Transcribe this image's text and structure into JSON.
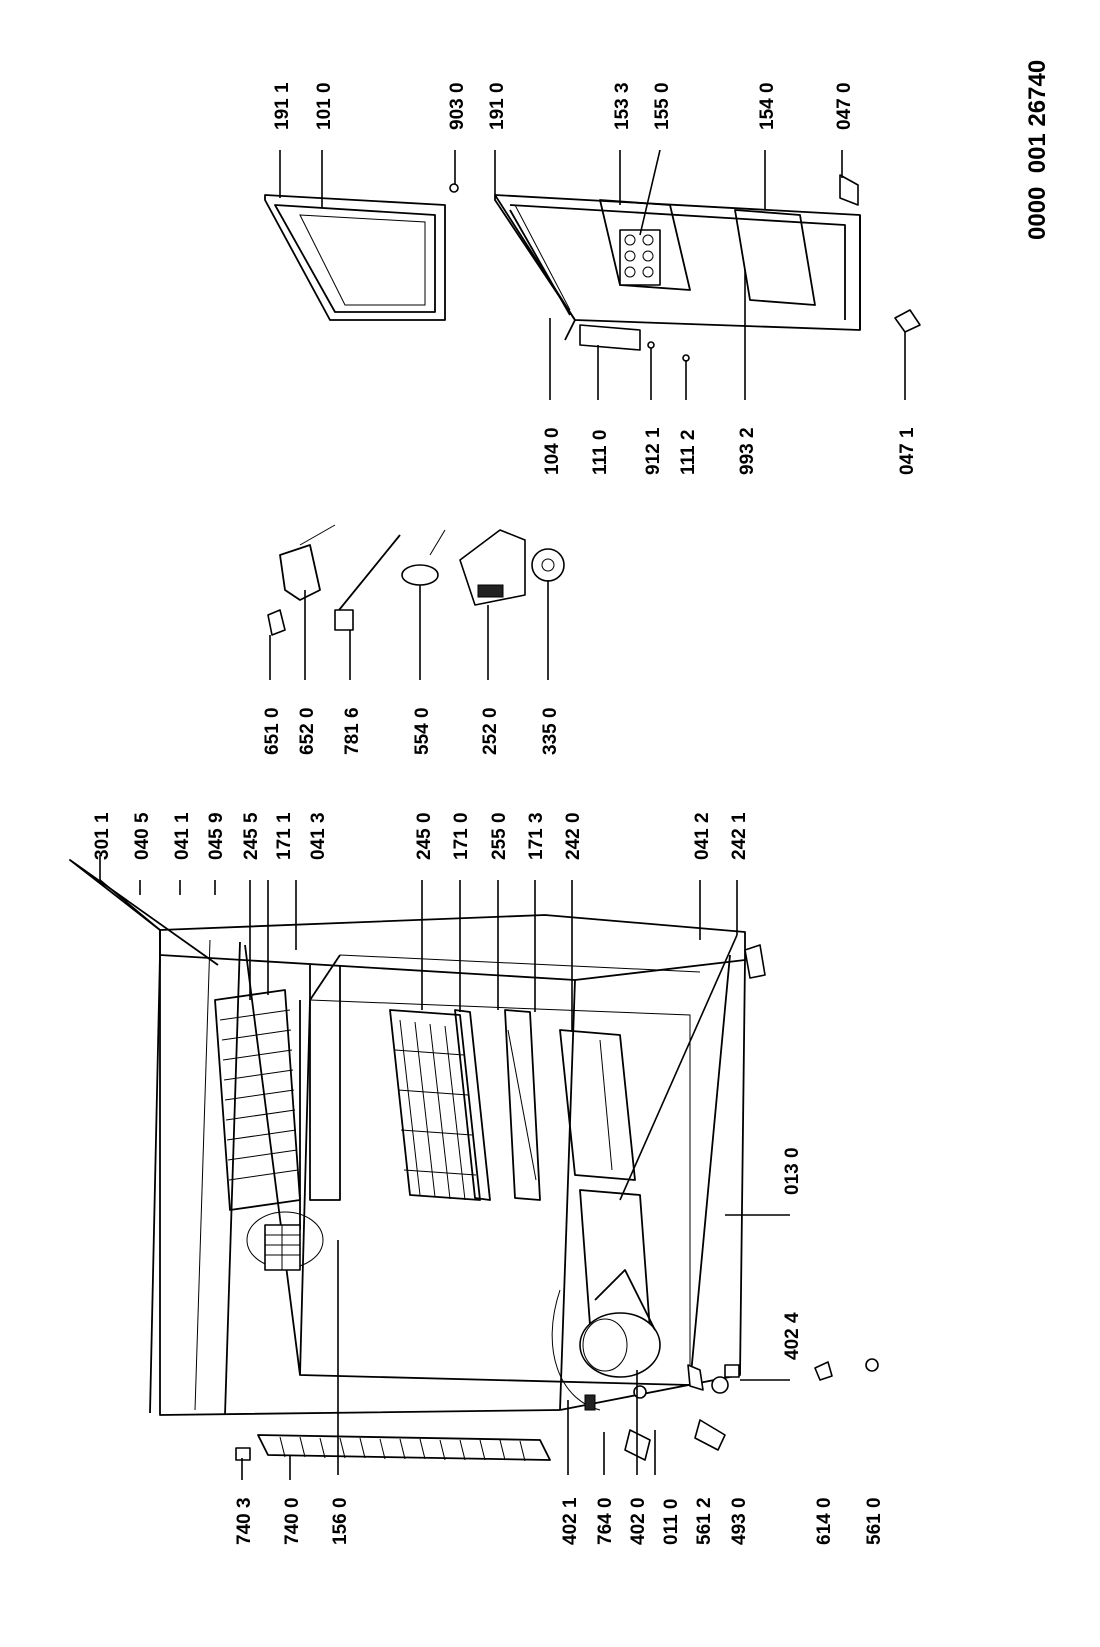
{
  "document_number": "0000  001 26740",
  "part_labels": [
    "301 1",
    "040 5",
    "041 1",
    "045 9",
    "245 5",
    "171 1",
    "041 3",
    "245 0",
    "171 0",
    "255 0",
    "171 3",
    "242 0",
    "041 2",
    "242 1",
    "013 0",
    "402 4",
    "740 3",
    "740 0",
    "156 0",
    "402 1",
    "764 0",
    "402 0",
    "011 0",
    "561 2",
    "493 0",
    "614 0",
    "561 0",
    "651 0",
    "652 0",
    "781 6",
    "554 0",
    "252 0",
    "335 0",
    "191 1",
    "101 0",
    "903 0",
    "191 0",
    "153 3",
    "155 0",
    "154 0",
    "047 0",
    "104 0",
    "111 0",
    "912 1",
    "111 2",
    "993 2",
    "047 1"
  ]
}
